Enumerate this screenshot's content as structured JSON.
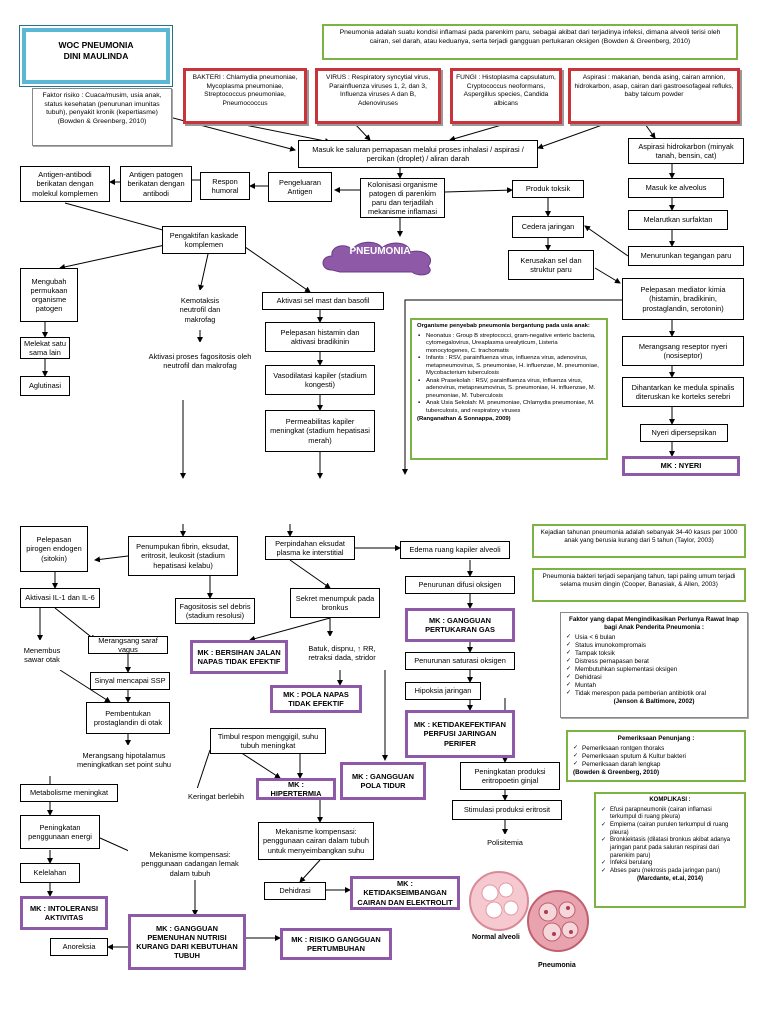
{
  "title": {
    "line1": "WOC PNEUMONIA",
    "line2": "DINI MAULINDA"
  },
  "definition": "Pneumonia adalah suatu kondisi inflamasi pada parenkim paru, sebagai akibat dari terjadinya infeksi, dimana alveoli terisi oleh cairan, sel darah, atau keduanya, serta terjadi gangguan pertukaran oksigen (Bowden & Greenberg, 2010)",
  "faktor_risiko": "Faktor risiko : Cuaca/musim, usia anak, status kesehatan (penurunan imunitas tubuh), penyakit kronik (kepertiasme) (Bowden & Greenberg, 2010)",
  "causes": {
    "bakteri": "BAKTERI : Chlamydia pneumoniae, Mycoplasma pneumoniae, Streptococcus pneumoniae, Pneumococcus",
    "virus": "VIRUS : Respiratory syncytial virus, Parainfluenza viruses 1, 2, dan 3, Influenza viruses A dan B, Adenoviruses",
    "fungi": "FUNGI : Histoplasma capsulatum, Cryptococcus neoformans, Aspergillus species, Candida albicans",
    "aspirasi": "Aspirasi : makanan, benda asing, cairan amnion, hidrokarbon, asap, cairan dari gastroesofageal refluks, baby talcum powder"
  },
  "top": {
    "masuk": "Masuk ke saluran pernapasan melalui proses inhalasi / aspirasi / percikan (droplet) / aliran darah",
    "kolonisasi": "Kolonisasi organisme patogen di parenkim paru dan terjadilah mekanisme inflamasi",
    "pneumonia": "PNEUMONIA",
    "pengeluaran": "Pengeluaran Antigen",
    "respon": "Respon humoral",
    "antigen_patogen": "Antigen patogen berikatan dengan antibodi",
    "antigen_antibodi": "Antigen-antibodi berikatan dengan molekul komplemen",
    "pengaktifan": "Pengaktifan kaskade komplemen",
    "mengubah": "Mengubah permukaan organisme patogen",
    "melekat": "Melekat satu sama lain",
    "aglutinasi": "Aglutinasi",
    "kemotaksis": "Kemotaksis neutrofil dan makrofag",
    "aktivasi_fago": "Aktivasi proses fagositosis oleh neutrofil dan makrofag",
    "aktivasi_mast": "Aktivasi sel mast dan basofil",
    "pelepasan_hist": "Pelepasan histamin dan aktivasi bradikinin",
    "vasodilatasi": "Vasodilatasi kapiler (stadium kongesti)",
    "permeabilitas": "Permeabilitas kapiler meningkat (stadium hepatisasi merah)",
    "produk_toksik": "Produk toksik",
    "cedera": "Cedera jaringan",
    "kerusakan": "Kerusakan sel dan struktur paru",
    "aspirasi_hidro": "Aspirasi hidrokarbon (minyak tanah, bensin, cat)",
    "masuk_alveolus": "Masuk ke alveolus",
    "melarutkan": "Melarutkan surfaktan",
    "menurunkan": "Menurunkan tegangan paru",
    "pelepasan_mediator": "Pelepasan mediator kimia (histamin, bradikinin, prostaglandin, serotonin)",
    "merangsang_reseptor": "Merangsang reseptor nyeri (nosiseptor)",
    "dihantarkan": "Dihantarkan ke medula spinalis diteruskan ke korteks serebri",
    "nyeri": "Nyeri dipersepsikan",
    "mk_nyeri": "MK : NYERI"
  },
  "organisme_note": {
    "heading": "Organisme penyebab pneumonia bergantung pada usia anak:",
    "items": [
      "Neonatus : Group B streptococci, gram-negative enteric bacteria, cytomegalovirus, Ureaplasma urealyticum, Listeria monocytogenes, C. trachomatis",
      "Infants : RSV, parainfluenza virus, influenza virus, adenovirus, metapneumovirus, S. pneumoniae, H. influenzae, M. pneumoniae, Mycobacterium tuberculosis",
      "Anak Prasekolah : RSV, parainfluenza virus, influenza virus, adenovirus, metapneumovirus, S. pneumoniae, H. influenzae, M. pneumoniae, M. Tuberculosis",
      "Anak Usia Sekolah: M. pneumoniae, Chlamydia pneumoniae, M. tuberculosis, and respiratory viruses"
    ],
    "source": "(Ranganathan & Sonnappa, 2009)"
  },
  "bottom": {
    "pelepasan_pirogen": "Pelepasan pirogen endogen (sitokin)",
    "penumpukan": "Penumpukan fibrin, eksudat, eritrosit, leukosit (stadium hepatisasi kelabu)",
    "perpindahan": "Perpindahan eksudat plasma ke interstitial",
    "edema": "Edema ruang kapiler alveoli",
    "aktivasi_il": "Aktivasi IL-1 dan IL-6",
    "fagositosis_debris": "Fagositosis sel debris (stadium resolusi)",
    "sekret": "Sekret menumpuk pada bronkus",
    "penurunan_difusi": "Penurunan difusi oksigen",
    "mk_gas": "MK : GANGGUAN PERTUKARAN GAS",
    "merangsang_vagus": "Merangsang saraf vagus",
    "mk_bersihan": "MK : BERSIHAN JALAN NAPAS TIDAK EFEKTIF",
    "batuk": "Batuk, dispnu, ↑ RR, retraksi dada, stridor",
    "penurunan_saturasi": "Penurunan saturasi oksigen",
    "menembus": "Menembus sawar otak",
    "sinyal": "Sinyal mencapai SSP",
    "mk_pola": "MK : POLA NAPAS TIDAK EFEKTIF",
    "hipoksia": "Hipoksia jaringan",
    "pembentukan": "Pembentukan prostaglandin di otak",
    "mk_perfusi": "MK : KETIDAKEFEKTIFAN PERFUSI JARINGAN PERIFER",
    "timbul_respon": "Timbul respon menggigil, suhu tubuh meningkat",
    "merangsang_hipo": "Merangsang hipotalamus meningkatkan set point suhu",
    "mk_tidur": "MK : GANGGUAN POLA TIDUR",
    "peningkatan_eritro": "Peningkatan produksi eritropoetin ginjal",
    "metabolisme": "Metabolisme meningkat",
    "keringat": "Keringat berlebih",
    "mk_hipertermia": "MK : HIPERTERMIA",
    "stimulasi": "Stimulasi produksi eritrosit",
    "peningkatan_energi": "Peningkatan penggunaan energi",
    "mekanisme_cairan": "Mekanisme kompensasi: penggunaan cairan dalam tubuh untuk menyeimbangkan suhu",
    "polisitemia": "Polisitemia",
    "kelelahan": "Kelelahan",
    "mekanisme_lemak": "Mekanisme kompensasi: penggunaan cadangan lemak dalam tubuh",
    "dehidrasi": "Dehidrasi",
    "mk_cairan": "MK : KETIDAKSEIMBANGAN CAIRAN DAN ELEKTROLIT",
    "mk_intoleransi": "MK : INTOLERANSI AKTIVITAS",
    "mk_nutrisi": "MK : GANGGUAN PEMENUHAN NUTRISI KURANG DARI KEBUTUHAN TUBUH",
    "mk_risiko": "MK : RISIKO GANGGUAN PERTUMBUHAN",
    "anoreksia": "Anoreksia"
  },
  "notes": {
    "kejadian": "Kejadian tahunan pneumonia adalah sebanyak 34-40 kasus per 1000 anak yang berusia kurang dari 5 tahun (Taylor, 2003)",
    "bakteri_sepanjang": "Pneumonia bakteri terjadi sepanjang tahun, tapi paling umum terjadi selama musim dingin (Cooper, Banasiak, & Allen, 2003)",
    "faktor_rawat": {
      "heading": "Faktor yang dapat Mengindikasikan Perlunya Rawat Inap bagi Anak Penderita Pneumonia :",
      "items": [
        "Usia < 6 bulan",
        "Status imunokompromais",
        "Tampak toksik",
        "Distress pernapasan berat",
        "Membutuhkan suplementasi oksigen",
        "Dehidrasi",
        "Muntah",
        "Tidak merespon pada pemberian antibiotik oral"
      ],
      "source": "(Jenson & Baltimore, 2002)"
    },
    "penunjang": {
      "heading": "Pemeriksaan Penunjang :",
      "items": [
        "Pemeriksaan rontgen thoraks",
        "Pemeriksaan sputum & Kultur bakteri",
        "Pemeriksaan darah lengkap"
      ],
      "source": "(Bowden & Greenberg, 2010)"
    },
    "komplikasi": {
      "heading": "KOMPLIKASI :",
      "items": [
        "Efusi parapneumonik (cairan inflamasi terkumpul di ruang pleura)",
        "Empiema (cairan purulen terkumpul di ruang pleura)",
        "Bronkiektasis (dilatasi bronkus akibat adanya jaringan parut pada saluran respirasi dari parenkim paru)",
        "Infeksi berulang",
        "Abses paru (nekrosis pada jaringan paru)"
      ],
      "source": "(Marcdante, et.al, 2014)"
    }
  },
  "alveoli": {
    "normal": "Normal alveoli",
    "pneumonia": "Pneumonia"
  }
}
